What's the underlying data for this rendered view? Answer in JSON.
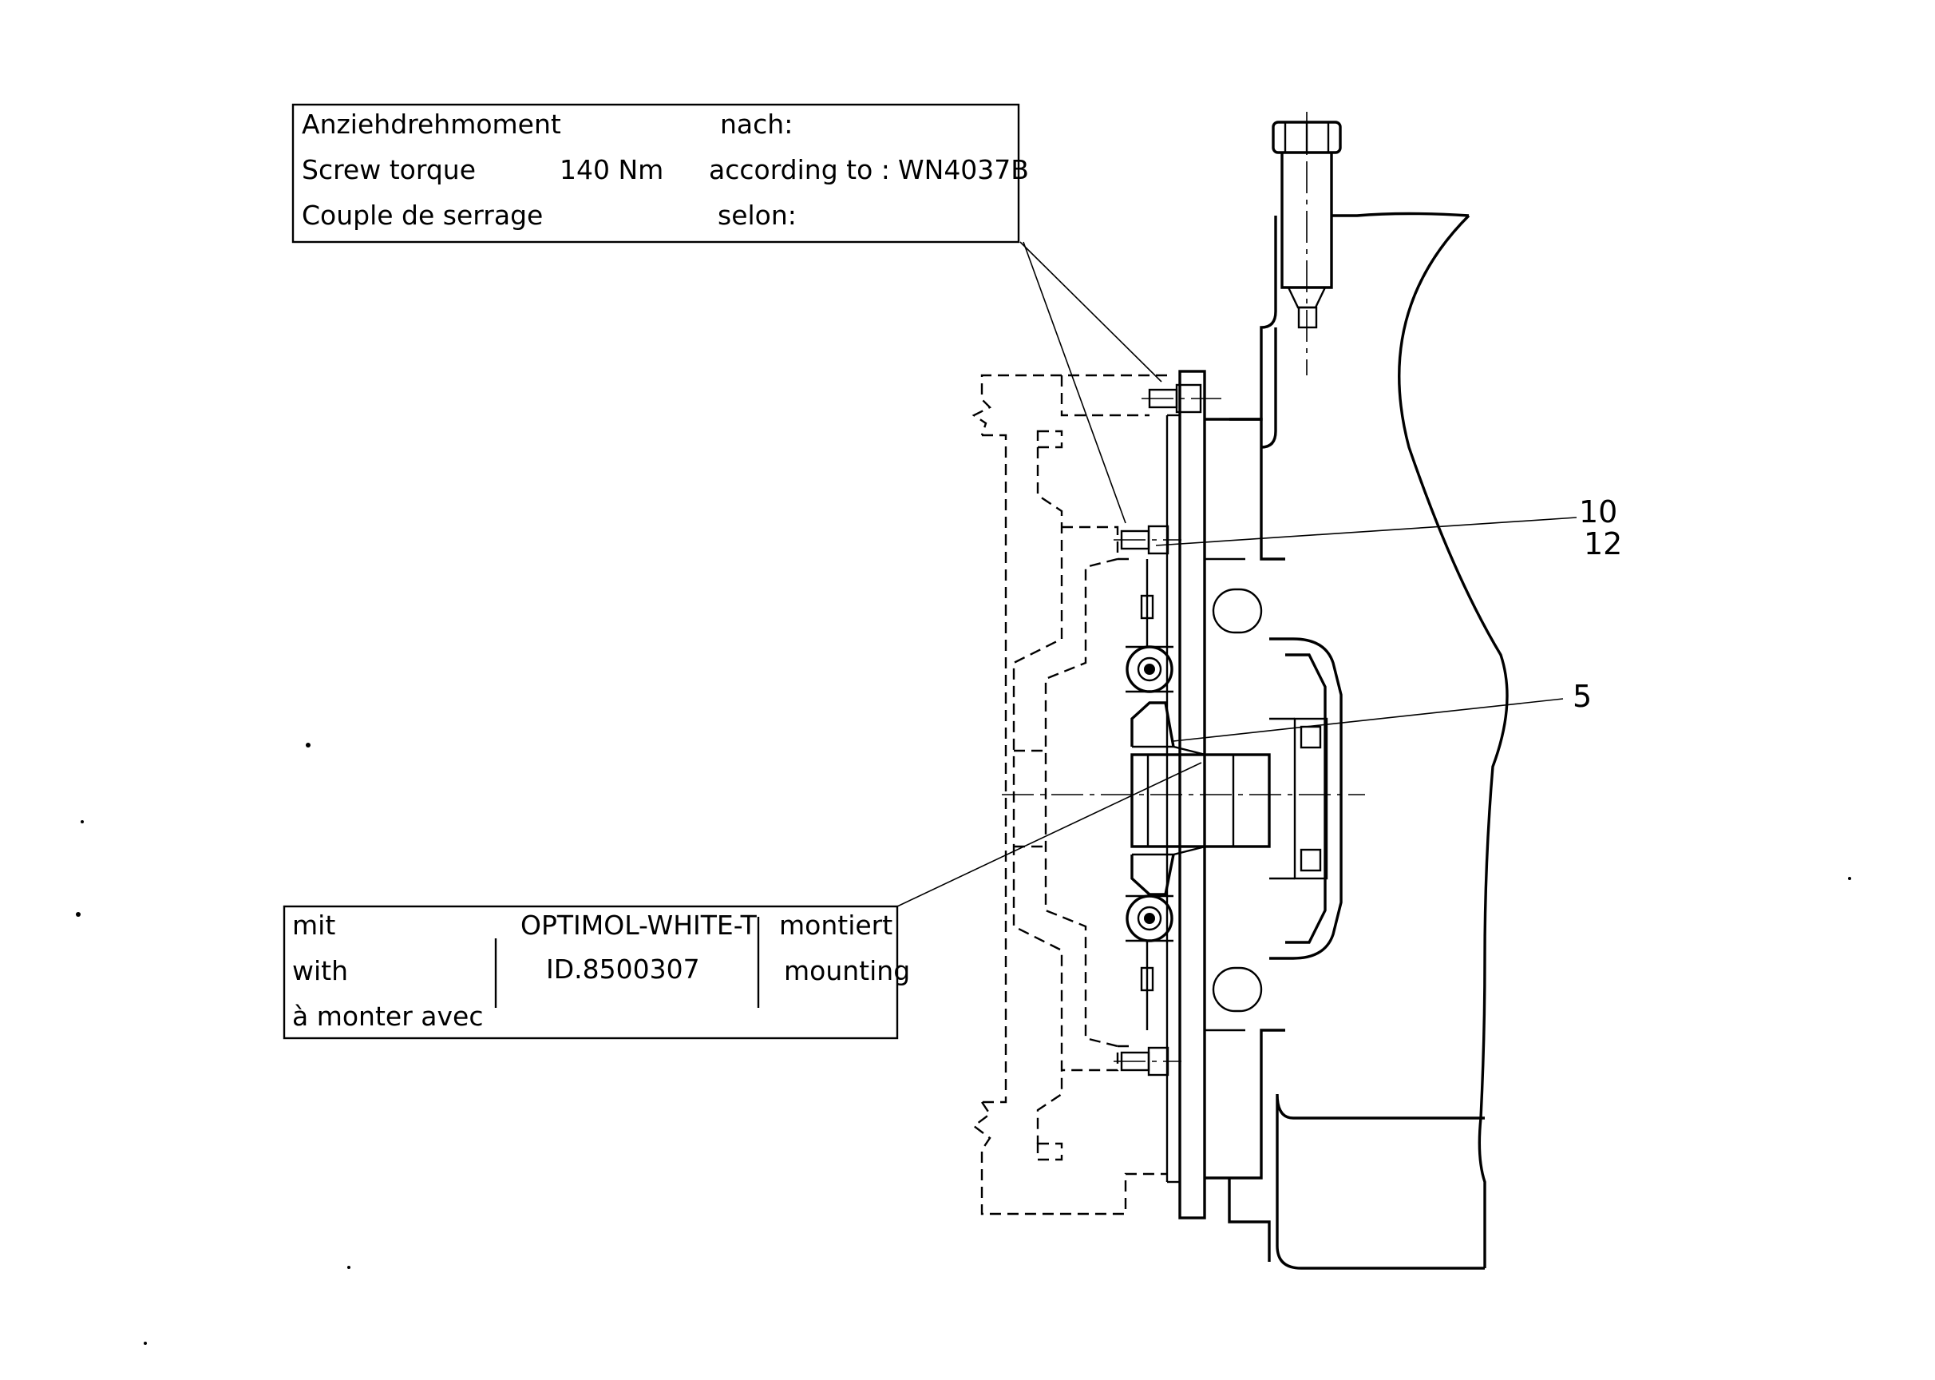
{
  "torque_table": {
    "row1": {
      "label": "Anziehdrehmoment",
      "ref_label": "nach:"
    },
    "row2": {
      "label": "Screw torque",
      "value": "140 Nm",
      "ref_label": "according to :",
      "standard": "WN4037B"
    },
    "row3": {
      "label": "Couple de serrage",
      "ref_label": "selon:"
    }
  },
  "lubricant_table": {
    "col1": [
      "mit",
      "with",
      "à monter avec"
    ],
    "lubricant_name": "OPTIMOL-WHITE-T",
    "lubricant_id": "ID.8500307",
    "col3": [
      "montiert",
      "mounting"
    ]
  },
  "callouts": {
    "part_a": "10",
    "part_b": "12",
    "part_c": "5"
  }
}
